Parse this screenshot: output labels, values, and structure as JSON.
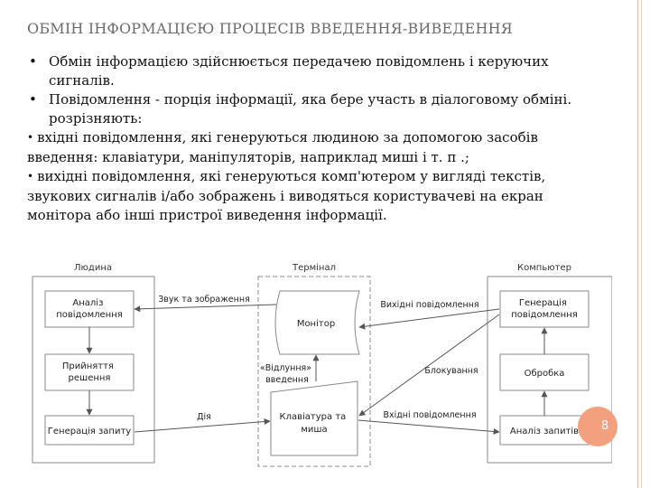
{
  "slide": {
    "title": "ОБМІН ІНФОРМАЦІЄЮ ПРОЦЕСІВ ВВЕДЕННЯ-ВИВЕДЕННЯ",
    "bullets": [
      "Обмін інформацією здійснюється передачею повідомлень і керуючих сигналів.",
      "Повідомлення - порція інформації, яка бере участь в діалоговому обміні. розрізняють:"
    ],
    "sub_items": [
      "вхідні повідомлення, які генеруються людиною за допомогою засобів введення: клавіатури, маніпуляторів, наприклад миші і т. п .;",
      "вихідні повідомлення, які генеруються комп'ютером у вигляді текстів, звукових сигналів і/або зображень і виводяться користувачеві на екран монітора або інші пристрої виведення інформації."
    ],
    "page_number": "8"
  },
  "diagram": {
    "groups": {
      "human": "Людина",
      "terminal": "Термінал",
      "computer": "Компьютер"
    },
    "nodes": {
      "analysis": [
        "Аналіз",
        "повідомлення"
      ],
      "decision": [
        "Прийняття",
        "решення"
      ],
      "request_gen": [
        "Генерація запиту"
      ],
      "monitor": [
        "Монітор"
      ],
      "keyboard": [
        "Клавіатура та",
        "миша"
      ],
      "message_gen": [
        "Генерація",
        "повідомлення"
      ],
      "processing": [
        "Обробка"
      ],
      "request_analysis": [
        "Аналіз запитів"
      ]
    },
    "edge_labels": {
      "sound_image": "Звук та зображення",
      "action": "Дія",
      "output_messages": "Вихідні повідомлення",
      "blocking": "Блокування",
      "input_messages": "Вхідні повідомлення",
      "echo": [
        "«Відлуння»",
        "введення"
      ]
    },
    "colors": {
      "line": "#555555",
      "box_border": "#8a8a8a",
      "box_fill": "#ffffff",
      "group_border": "#888888"
    }
  }
}
